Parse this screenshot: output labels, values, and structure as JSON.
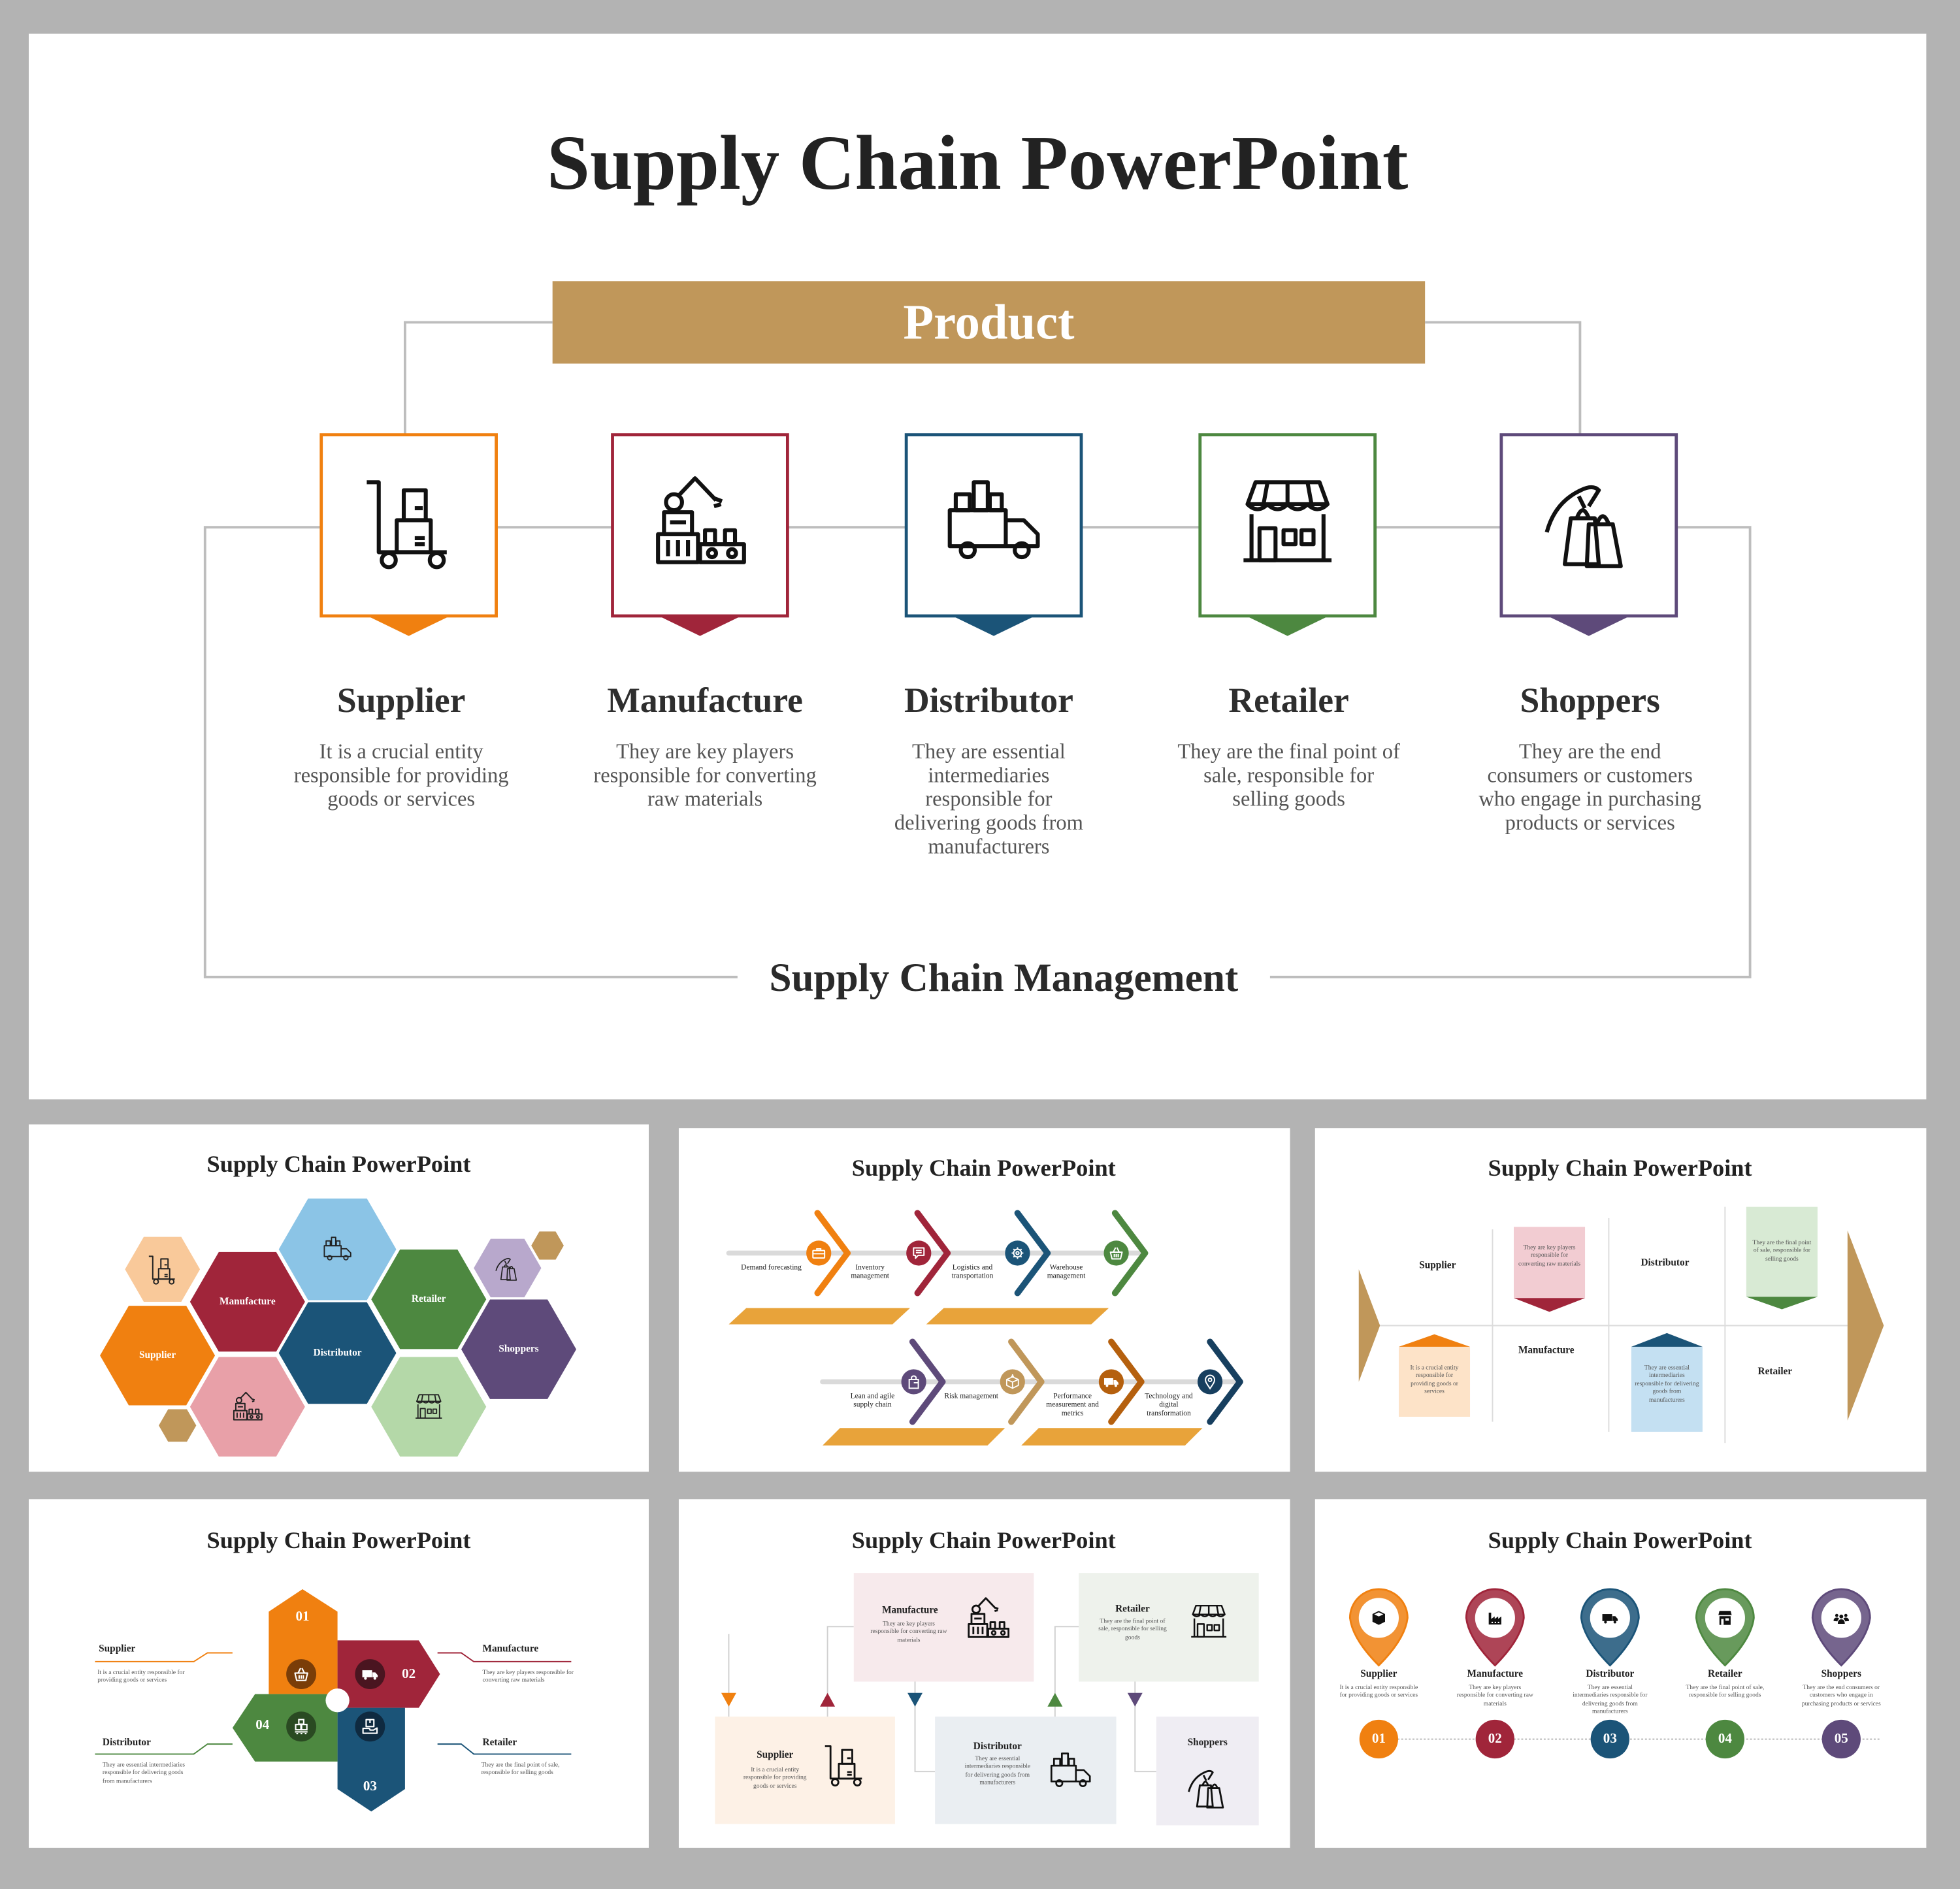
{
  "title": "Supply Chain PowerPoint",
  "colors": {
    "product": "#c0975a",
    "orange": "#f08010",
    "red": "#a0253a",
    "blue": "#1b5478",
    "green": "#4d8840",
    "purple": "#5e4a7a",
    "parallelogram": "#e8a33a"
  },
  "main": {
    "product_label": "Product",
    "footer_label": "Supply Chain Management",
    "stages": [
      {
        "name": "Supplier",
        "desc": "It is a crucial entity responsible for providing goods or services",
        "icon": "hand-truck-icon",
        "color": "#f08010"
      },
      {
        "name": "Manufacture",
        "desc": "They are key players responsible for converting raw materials",
        "icon": "robot-arm-icon",
        "color": "#a0253a"
      },
      {
        "name": "Distributor",
        "desc": "They are essential intermediaries responsible for delivering goods from manufacturers",
        "icon": "delivery-truck-icon",
        "color": "#1b5478"
      },
      {
        "name": "Retailer",
        "desc": "They are the final point of sale, responsible for selling goods",
        "icon": "store-icon",
        "color": "#4d8840"
      },
      {
        "name": "Shoppers",
        "desc": "They are the end consumers or customers who engage in purchasing products or services",
        "icon": "shopping-bags-icon",
        "color": "#5e4a7a"
      }
    ]
  },
  "thumbnails": {
    "hexagon": {
      "title": "Supply Chain PowerPoint",
      "labels": [
        "Manufacture",
        "Retailer",
        "Supplier",
        "Distributor",
        "Shoppers"
      ]
    },
    "chevron": {
      "title": "Supply Chain PowerPoint",
      "steps": [
        "Demand forecasting",
        "Inventory management",
        "Logistics and transportation",
        "Warehouse management",
        "Lean and agile supply chain",
        "Risk management",
        "Performance measurement and metrics",
        "Technology and digital transformation"
      ]
    },
    "fishbone": {
      "title": "Supply Chain PowerPoint",
      "items": [
        {
          "name": "Supplier",
          "desc": "It is a crucial entity responsible for providing goods or services"
        },
        {
          "name": "Manufacture",
          "desc": "They are key players responsible for converting raw materials"
        },
        {
          "name": "Distributor",
          "desc": "They are essential intermediaries responsible for delivering goods from manufacturers"
        },
        {
          "name": "Retailer",
          "desc": "They are the final point of sale, responsible for selling goods"
        }
      ]
    },
    "cross": {
      "title": "Supply Chain PowerPoint",
      "items": [
        {
          "number": "01",
          "name": "Supplier",
          "desc": "It is a crucial entity responsible for providing goods or services"
        },
        {
          "number": "02",
          "name": "Manufacture",
          "desc": "They are key players responsible for converting raw materials"
        },
        {
          "number": "03",
          "name": "Retailer",
          "desc": "They are the final point of sale, responsible for selling goods"
        },
        {
          "number": "04",
          "name": "Distributor",
          "desc": "They are essential intermediaries responsible for delivering goods from manufacturers"
        }
      ]
    },
    "boxes": {
      "title": "Supply Chain PowerPoint",
      "items": [
        {
          "name": "Supplier",
          "desc": "It is a crucial entity responsible for providing goods or services"
        },
        {
          "name": "Manufacture",
          "desc": "They are key players responsible for converting raw materials"
        },
        {
          "name": "Distributor",
          "desc": "They are essential intermediaries responsible for delivering goods from manufacturers"
        },
        {
          "name": "Retailer",
          "desc": "They are the final point of sale, responsible for selling goods"
        },
        {
          "name": "Shoppers"
        }
      ]
    },
    "pins": {
      "title": "Supply Chain PowerPoint",
      "items": [
        {
          "number": "01",
          "name": "Supplier",
          "desc": "It is a crucial entity responsible for providing goods or services"
        },
        {
          "number": "02",
          "name": "Manufacture",
          "desc": "They are key players responsible for converting raw materials"
        },
        {
          "number": "03",
          "name": "Distributor",
          "desc": "They are essential intermediaries responsible for delivering goods from manufacturers"
        },
        {
          "number": "04",
          "name": "Retailer",
          "desc": "They are the final point of sale, responsible for selling goods"
        },
        {
          "number": "05",
          "name": "Shoppers",
          "desc": "They are the end consumers or customers who engage in purchasing products or services"
        }
      ]
    }
  }
}
